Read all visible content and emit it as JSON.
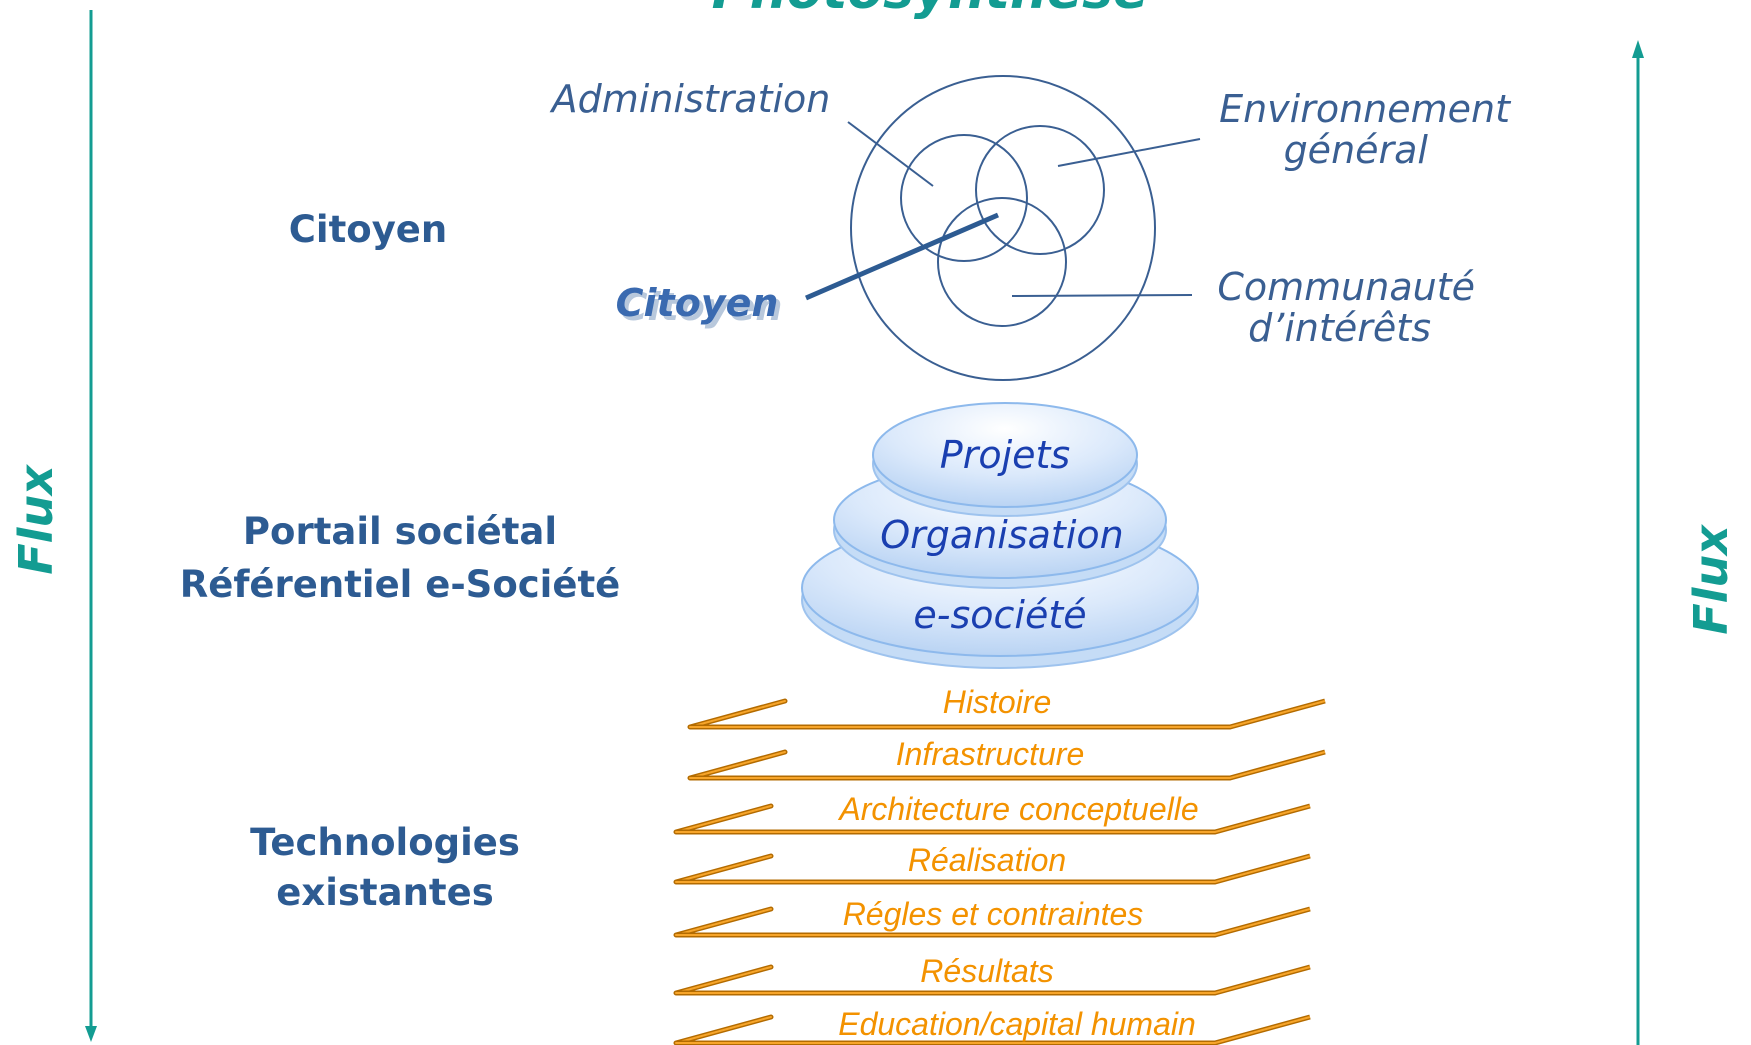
{
  "title": "Photosynthèse",
  "flux_left": "Flux",
  "flux_right": "Flux",
  "sections": {
    "citoyen": "Citoyen",
    "portail_line1": "Portail sociétal",
    "portail_line2": "Référentiel e-Société",
    "tech_line1": "Technologies",
    "tech_line2": "existantes"
  },
  "venn": {
    "administration": "Administration",
    "environnement_line1": "Environnement",
    "environnement_line2": "général",
    "communaute_line1": "Communauté",
    "communaute_line2": "d’intérêts",
    "citoyen": "Citoyen"
  },
  "discs": [
    "Projets",
    "Organisation",
    "e-société"
  ],
  "layers": [
    "Histoire",
    "Infrastructure",
    "Architecture conceptuelle",
    "Réalisation",
    "Régles et contraintes",
    "Résultats",
    "Education/capital humain"
  ],
  "colors": {
    "teal": "#139c92",
    "navy": "#2d5b92",
    "orange": "#f39200",
    "disc_blue": "#1a3fb0"
  }
}
